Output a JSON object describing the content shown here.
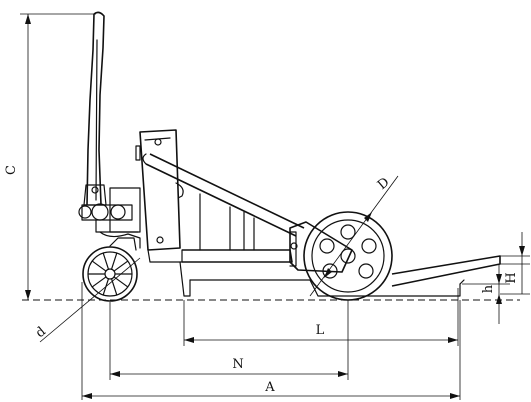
{
  "labels": {
    "C": "C",
    "D": "D",
    "d": "d",
    "H": "H",
    "h": "h",
    "L": "L",
    "N": "N",
    "A": "A"
  }
}
